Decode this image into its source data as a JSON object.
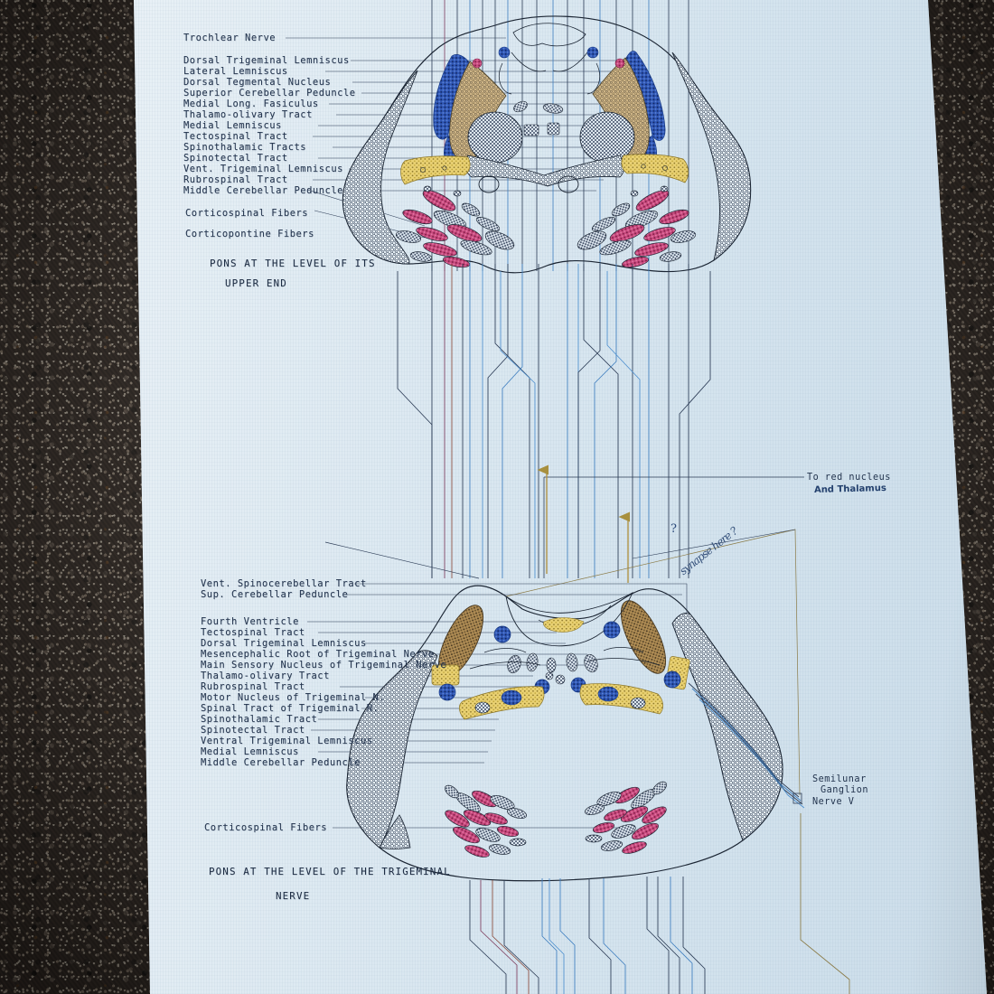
{
  "scene": {
    "medium": "typewritten and hand-colored anatomy plate photographed on asphalt",
    "paper_color": "#dde9f1",
    "background_color": "#3b322b",
    "ink_color": "#23344e"
  },
  "palette": {
    "blue": "#2a50b0",
    "light_blue": "#4e86c8",
    "tan": "#b9a06a",
    "yellow": "#e8cf6a",
    "magenta": "#c0396e",
    "gray_stipple": "#3a4558",
    "black": "#1b2533"
  },
  "upper_figure": {
    "caption_line1": "PONS AT THE LEVEL OF ITS",
    "caption_line2": "UPPER END",
    "labels": [
      "Trochlear Nerve",
      "Dorsal Trigeminal Lemniscus",
      "Lateral Lemniscus",
      "Dorsal Tegmental Nucleus",
      "Superior Cerebellar Peduncle",
      "Medial Long. Fasiculus",
      "Thalamo-olivary Tract",
      "Medial Lemniscus",
      "Tectospinal Tract",
      "Spinothalamic Tracts",
      "Spinotectal Tract",
      "Vent. Trigeminal Lemniscus",
      "Rubrospinal Tract",
      "Middle Cerebellar Peduncle",
      "Corticospinal Fibers",
      "Corticopontine Fibers"
    ]
  },
  "lower_figure": {
    "caption_line1": "PONS AT THE LEVEL OF THE TRIGEMINAL",
    "caption_line2": "NERVE",
    "labels_group_a": [
      "Vent. Spinocerebellar Tract",
      "Sup. Cerebellar Peduncle"
    ],
    "labels_group_b": [
      "Fourth Ventricle",
      "Tectospinal Tract",
      "Dorsal Trigeminal Lemniscus",
      "Mesencephalic Root of Trigeminal Nerve",
      "Main Sensory Nucleus of Trigeminal Nerve",
      "Thalamo-olivary Tract",
      "Rubrospinal Tract",
      "Motor Nucleus of Trigeminal N.",
      "Spinal Tract of Trigeminal N.",
      "Spinothalamic Tract",
      "Spinotectal Tract",
      "Ventral Trigeminal Lemniscus",
      "Medial Lemniscus",
      "Middle Cerebellar Peduncle"
    ],
    "label_corticospinal": "Corticospinal Fibers"
  },
  "right_annotations": {
    "red_nucleus_typed": "To red nucleus",
    "red_nucleus_hand": "And Thalamus",
    "semilunar_line1": "Semilunar",
    "semilunar_line2": "Ganglion",
    "semilunar_line3": "Nerve V",
    "handwritten_query": "synapse here ?",
    "question_mark": "?"
  }
}
